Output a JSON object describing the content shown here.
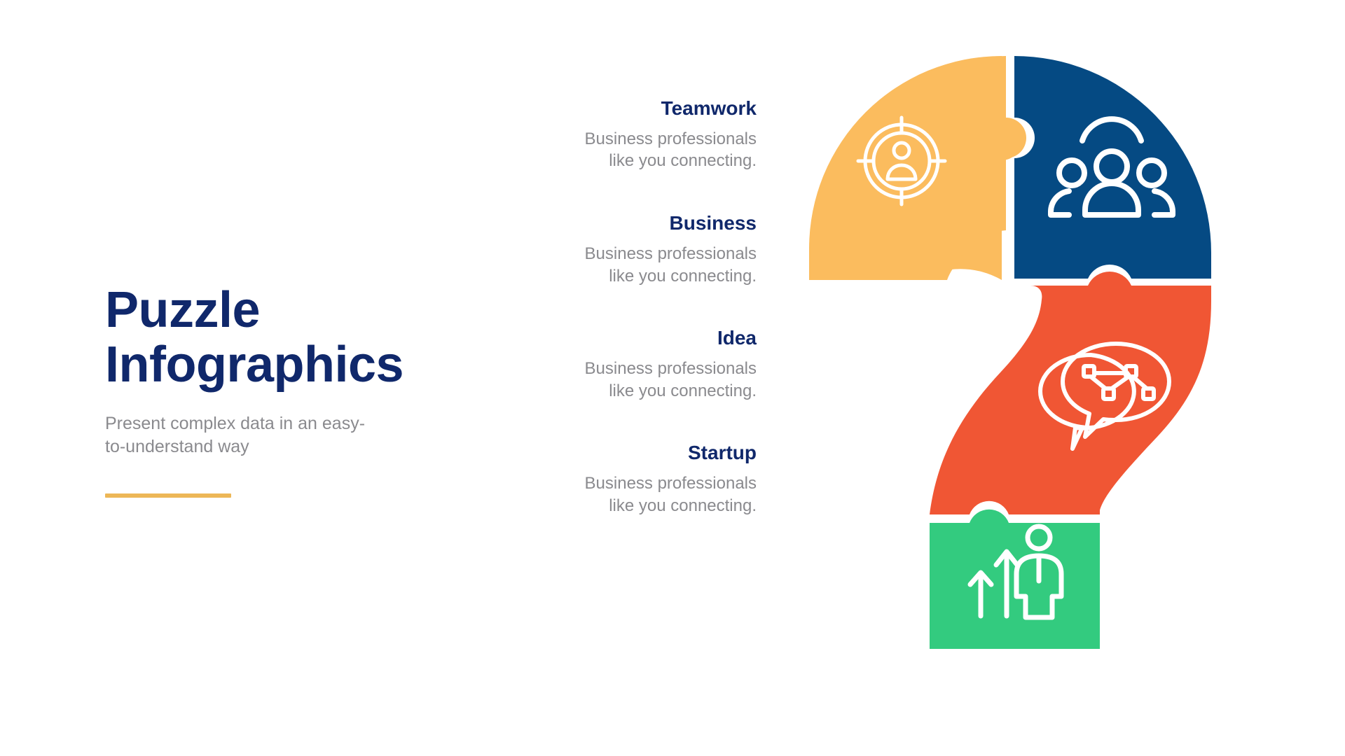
{
  "title": {
    "text": "Puzzle\nInfographics",
    "subtitle": "Present complex data in an easy-\nto-understand way",
    "accent_color": "#edb757",
    "title_color": "#10286b",
    "subtitle_color": "#8a8a8e"
  },
  "items": [
    {
      "label": "Teamwork",
      "description": "Business professionals\nlike you connecting.",
      "color": "#fbbc5e",
      "icon": "target-person-icon"
    },
    {
      "label": "Business",
      "description": "Business professionals\nlike you connecting.",
      "color": "#054a83",
      "icon": "group-people-icon"
    },
    {
      "label": "Idea",
      "description": "Business professionals\nlike you connecting.",
      "color": "#f05634",
      "icon": "speech-network-icon"
    },
    {
      "label": "Startup",
      "description": "Business professionals\nlike you connecting.",
      "color": "#33cb7f",
      "icon": "growth-person-icon"
    }
  ],
  "graphic": {
    "name": "question-mark-puzzle",
    "piece_colors": {
      "top_left": "#fbbc5e",
      "top_right": "#054a83",
      "hook": "#f05634",
      "base": "#33cb7f"
    },
    "icon_stroke_color": "#ffffff"
  }
}
